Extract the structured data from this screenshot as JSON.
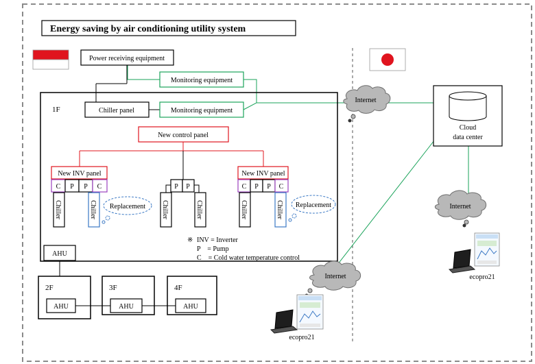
{
  "title": "Energy saving by air conditioning utility system",
  "colors": {
    "red": "#e0141e",
    "green": "#1aa35a",
    "blue": "#3a78c4",
    "purple": "#9b3fbf"
  },
  "flags": {
    "left": "indonesia-flag",
    "right": "japan-flag"
  },
  "power_receiving": "Power receiving equipment",
  "monitoring_top": "Monitoring equipment",
  "monitoring_bottom": "Monitoring equipment",
  "chiller_panel": "Chiller panel",
  "floor_1": "1F",
  "new_control_panel": "New control panel",
  "inv_panel_left": "New INV panel",
  "inv_panel_right": "New INV panel",
  "cells": {
    "c": "C",
    "p": "P"
  },
  "chiller": "Chiller",
  "replacement": "Replacement",
  "legend": {
    "mark": "※",
    "inv": "INV = Inverter",
    "p": "P    = Pump",
    "c": "C    = Cold water temperature control"
  },
  "ahu": "AHU",
  "floors": {
    "f2": "2F",
    "f3": "3F",
    "f4": "4F"
  },
  "internet": "Internet",
  "cloud_line1": "Cloud",
  "cloud_line2": "data center",
  "ecopro": "ecopro21"
}
